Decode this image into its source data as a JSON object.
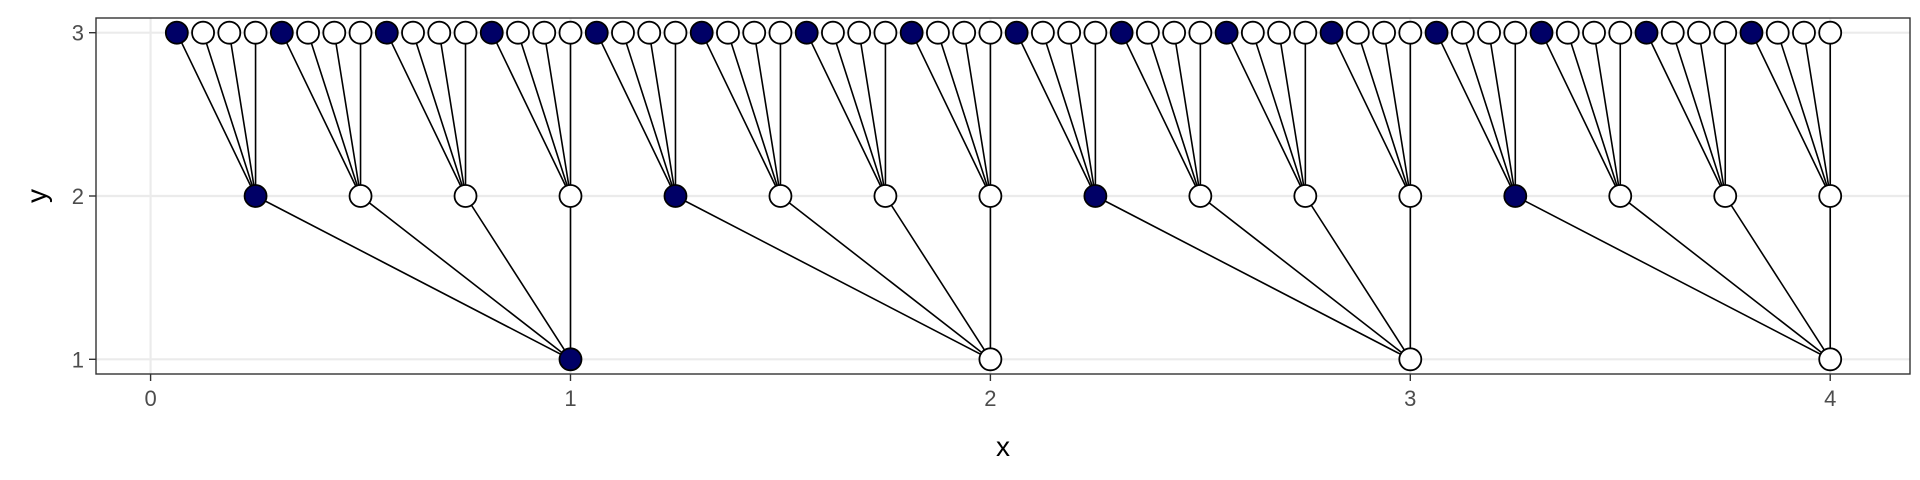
{
  "chart_data": {
    "type": "scatter",
    "title": "",
    "xlabel": "x",
    "ylabel": "y",
    "xlim": [
      -0.13,
      4.19
    ],
    "ylim": [
      0.91,
      3.09
    ],
    "x_ticks": [
      0,
      1,
      2,
      3,
      4
    ],
    "y_ticks": [
      1,
      2,
      3
    ],
    "grid": true,
    "colors": {
      "filled": "#000066",
      "open": "#ffffff",
      "stroke": "#000000",
      "grid": "#ebebeb"
    },
    "levels": [
      {
        "y": 1,
        "count": 4,
        "filled_index": 0
      },
      {
        "y": 2,
        "count": 16,
        "filled_index": 0
      },
      {
        "y": 3,
        "count": 64,
        "filled_index": 0
      }
    ]
  }
}
